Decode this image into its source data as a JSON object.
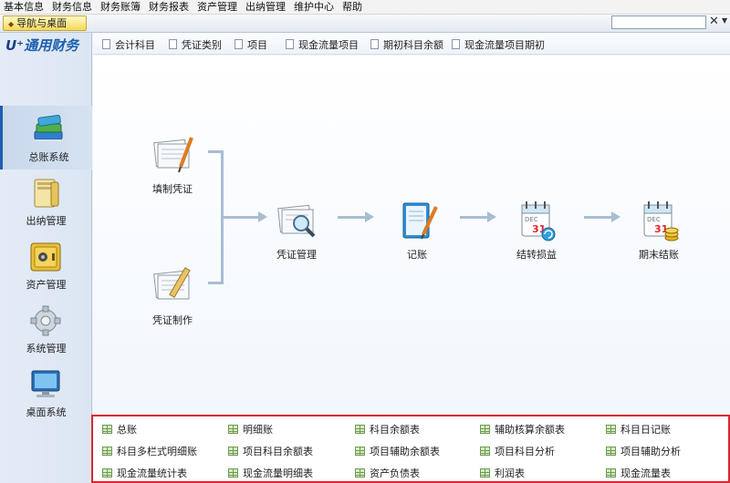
{
  "menu": [
    "基本信息",
    "财务信息",
    "财务账簿",
    "财务报表",
    "资产管理",
    "出纳管理",
    "维护中心",
    "帮助"
  ],
  "tab": {
    "label": "导航与桌面"
  },
  "search": {
    "value": ""
  },
  "logo": {
    "mark": "U⁺",
    "text": "通用财务"
  },
  "nav": [
    {
      "label": "总账系统",
      "icon": "books-icon",
      "active": true
    },
    {
      "label": "出纳管理",
      "icon": "folder-icon"
    },
    {
      "label": "资产管理",
      "icon": "safe-icon"
    },
    {
      "label": "系统管理",
      "icon": "gear-icon"
    },
    {
      "label": "桌面系统",
      "icon": "monitor-icon"
    }
  ],
  "modules": [
    "会计科目",
    "凭证类别",
    "项目",
    "现金流量项目",
    "期初科目余额",
    "现金流量项目期初"
  ],
  "flow": {
    "fill_voucher": "填制凭证",
    "make_voucher": "凭证制作",
    "manage_voucher": "凭证管理",
    "posting": "记账",
    "transfer_pl": "结转损益",
    "period_close": "期末结账",
    "calendar_month": "DEC",
    "calendar_day": "31"
  },
  "reports": [
    [
      "总账",
      "明细账",
      "科目余额表",
      "辅助核算余额表",
      "科目日记账"
    ],
    [
      "科目多栏式明细账",
      "项目科目余额表",
      "项目辅助余额表",
      "项目科目分析",
      "项目辅助分析"
    ],
    [
      "现金流量统计表",
      "现金流量明细表",
      "资产负债表",
      "利润表",
      "现金流量表"
    ]
  ]
}
